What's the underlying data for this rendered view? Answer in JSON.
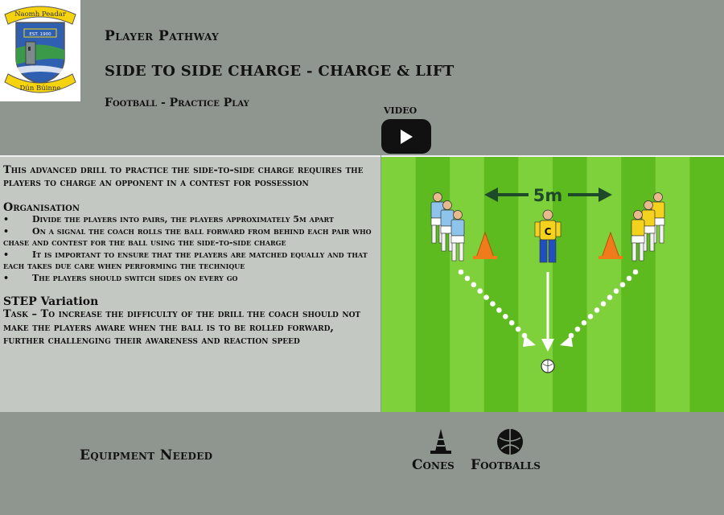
{
  "crest": {
    "top_text": "Naomh Peadar",
    "est_text": "EST. 1900",
    "bottom_text": "Dún Búinne"
  },
  "header": {
    "pathway": "Player Pathway",
    "title": "SIDE TO SIDE CHARGE - CHARGE & LIFT",
    "subtitle": "Football - Practice Play"
  },
  "video": {
    "label": "VIDEO"
  },
  "description": {
    "intro": "This advanced drill to practice the side-to-side charge requires the players to charge an opponent in a contest for possession",
    "organisation_heading": "Organisation",
    "bullet_symbol": "•",
    "bullets": [
      "Divide the players into pairs, the players approximately 5m apart",
      "On a signal the coach rolls the ball forward from behind each pair who chase and contest for the ball using the side-to-side charge",
      "It is important to ensure that the players are matched equally and that each takes due care when performing the technique",
      "The players should switch sides on every go"
    ],
    "step_heading": "STEP Variation",
    "task": "Task – To increase the difficulty of the drill the coach should not make the players aware when the ball is to be rolled forward, further challenging their awareness and reaction speed"
  },
  "diagram": {
    "distance_label": "5m",
    "coach_letter": "C",
    "colors": {
      "grass_light": "#7fd13b",
      "grass_dark": "#5dbb1f",
      "team_blue": "#8ec3ec",
      "team_yellow": "#f5d21e",
      "cone": "#f07b1a"
    }
  },
  "equipment": {
    "label": "Equipment Needed",
    "items": [
      {
        "name": "Cones",
        "icon": "cone-icon"
      },
      {
        "name": "Footballs",
        "icon": "football-icon"
      }
    ]
  }
}
